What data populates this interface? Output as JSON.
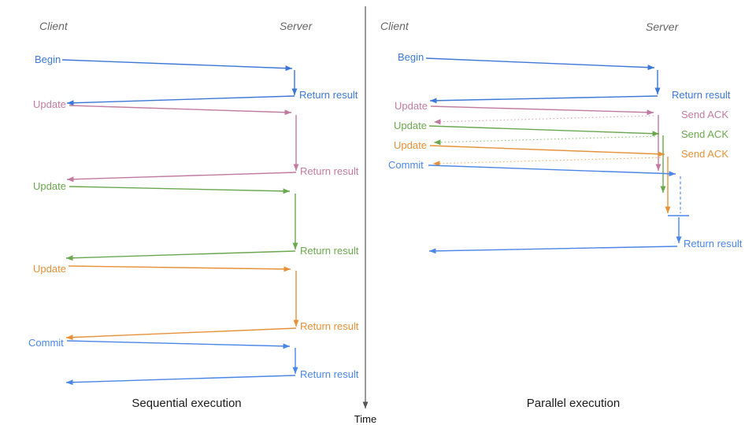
{
  "left": {
    "client_header": "Client",
    "server_header": "Server",
    "caption": "Sequential execution",
    "messages": [
      {
        "label": "Begin",
        "response": "Return result",
        "color": "#3c78d8"
      },
      {
        "label": "Update",
        "response": "Return result",
        "color": "#c27ba0"
      },
      {
        "label": "Update",
        "response": "Return result",
        "color": "#6aa84f"
      },
      {
        "label": "Update",
        "response": "Return result",
        "color": "#e69138"
      },
      {
        "label": "Commit",
        "response": "Return result",
        "color": "#4a86e8"
      }
    ]
  },
  "right": {
    "client_header": "Client",
    "server_header": "Server",
    "caption": "Parallel execution",
    "messages": [
      {
        "label": "Begin",
        "response": "Return result",
        "color": "#3c78d8"
      },
      {
        "label": "Update",
        "response": "Send ACK",
        "color": "#c27ba0"
      },
      {
        "label": "Update",
        "response": "Send ACK",
        "color": "#6aa84f"
      },
      {
        "label": "Update",
        "response": "Send ACK",
        "color": "#e69138"
      },
      {
        "label": "Commit",
        "color": "#4a86e8"
      }
    ],
    "final_response": "Return result"
  },
  "time_axis": {
    "label": "Time"
  },
  "colors": {
    "begin_blue": "#3c78d8",
    "commit_blue": "#4a86e8",
    "update_pink": "#c27ba0",
    "update_green": "#6aa84f",
    "update_orange": "#e69138",
    "dashed_pink": "#d5a6bd",
    "dashed_green": "#93c47d",
    "dashed_orange": "#f6b26b",
    "dashed_wait_blue": "#6d9eeb",
    "header_gray": "#666666",
    "axis_gray": "#555555",
    "caption_black": "#1b1b1b"
  }
}
